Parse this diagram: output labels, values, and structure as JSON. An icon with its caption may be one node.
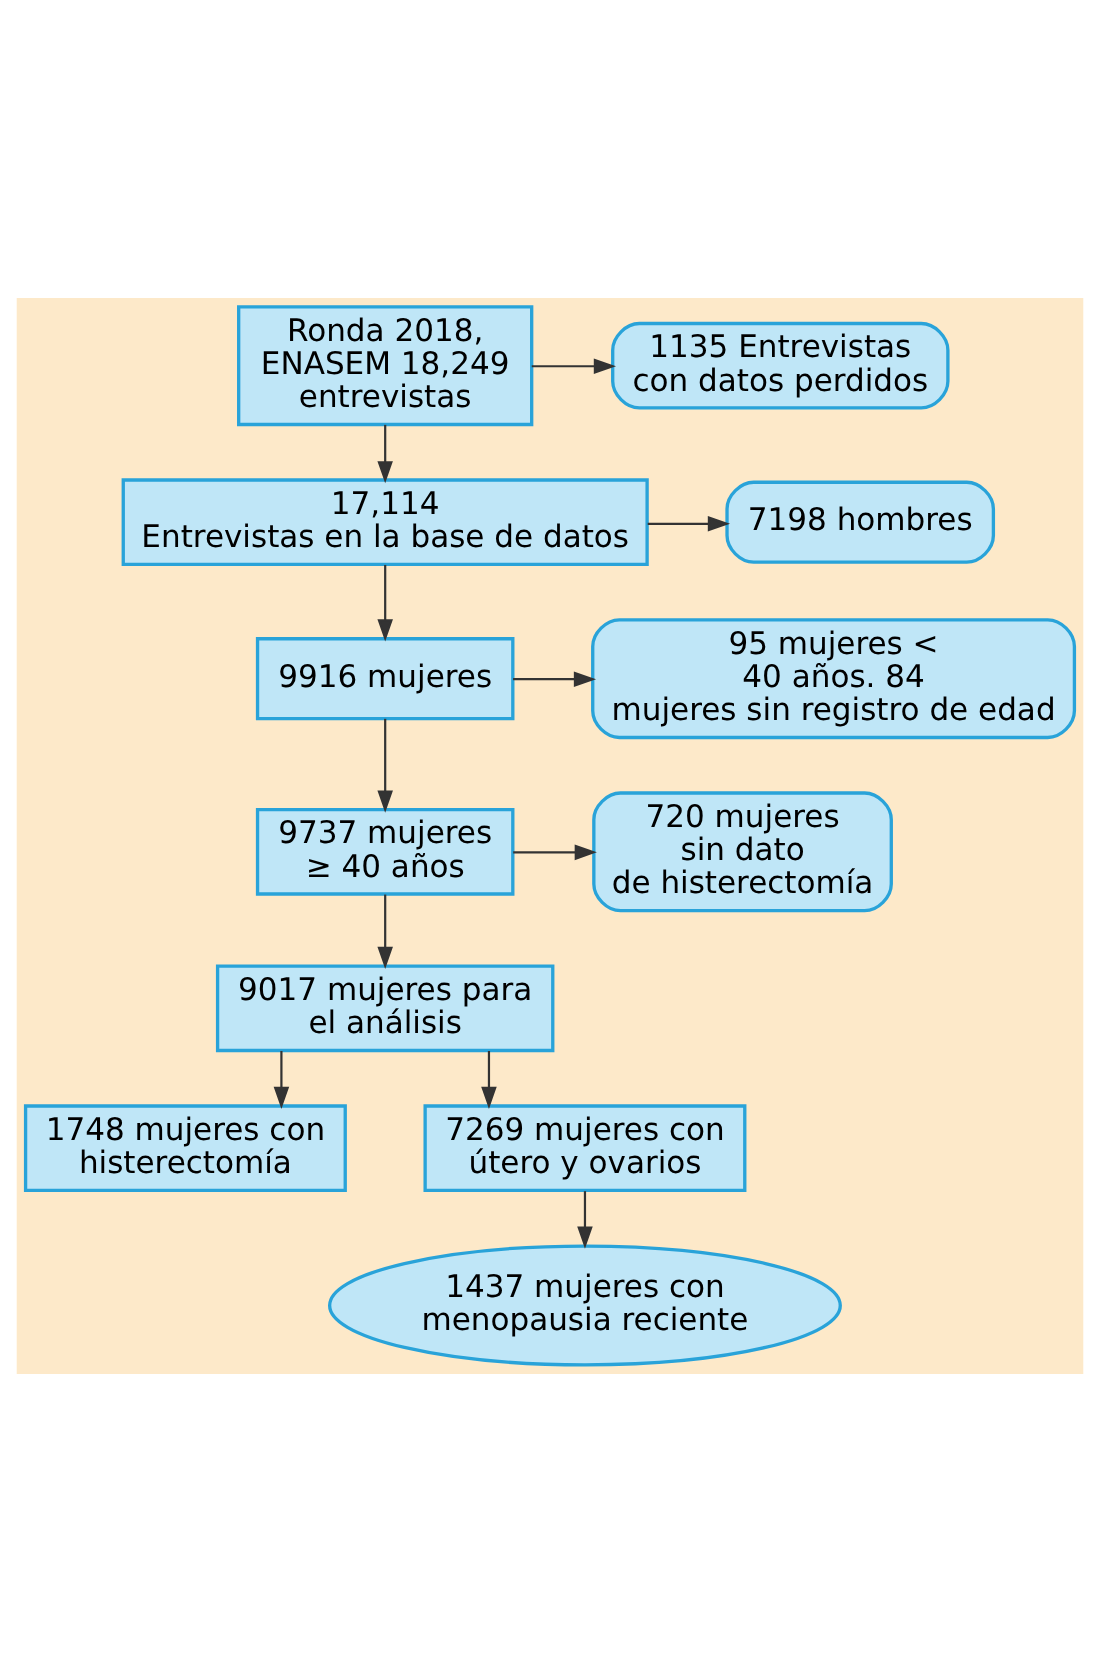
{
  "diagram": {
    "nodes": [
      {
        "text": [
          "Ronda 2018, ENASEM 18,249 entrevistas"
        ]
      },
      {
        "text": [
          "1135 Entrevistas con datos perdidos"
        ]
      },
      {
        "text": [
          "17,114 Entrevistas en la base de datos"
        ]
      },
      {
        "text": [
          "7198 hombres"
        ]
      },
      {
        "text": [
          "9916 mujeres"
        ]
      },
      {
        "text": [
          "95 mujeres < 40 años. 84 mujeres sin registro de edad"
        ]
      },
      {
        "text": [
          "9737 mujeres ≥ 40 años"
        ]
      },
      {
        "text": [
          "720 mujeres sin dato de histerectomía"
        ]
      },
      {
        "text": [
          "9017 mujeres para el análisis"
        ]
      },
      {
        "text": [
          "1748 mujeres con histerectomía"
        ]
      },
      {
        "text": [
          "7269 mujeres con útero y ovarios"
        ]
      },
      {
        "text": [
          "1437 mujeres con menopausia reciente"
        ]
      }
    ],
    "edges": [
      {
        "from": 0,
        "to": 2,
        "arrow": "to"
      },
      {
        "from": 0,
        "to": 1,
        "arrow": "to"
      },
      {
        "from": 2,
        "to": 4,
        "arrow": "to"
      },
      {
        "from": 2,
        "to": 3,
        "arrow": "to"
      },
      {
        "from": 4,
        "to": 6,
        "arrow": "to"
      },
      {
        "from": 4,
        "to": 5,
        "arrow": "to"
      },
      {
        "from": 6,
        "to": 8,
        "arrow": "to"
      },
      {
        "from": 6,
        "to": 7,
        "arrow": "to"
      },
      {
        "from": 8,
        "to": 9,
        "arrow": "to"
      },
      {
        "from": 8,
        "to": 10,
        "arrow": "to"
      },
      {
        "from": 10,
        "to": 11,
        "arrow": "to"
      }
    ]
  }
}
